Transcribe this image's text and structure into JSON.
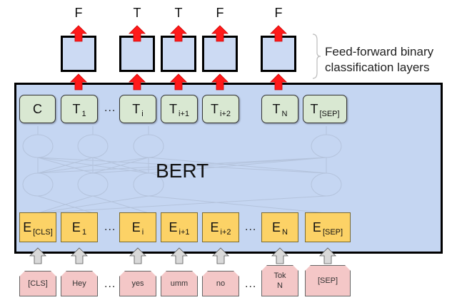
{
  "model": {
    "title": "BERT",
    "caption_line1": "Feed-forward binary",
    "caption_line2": "classification layers"
  },
  "outputs": [
    "F",
    "T",
    "T",
    "F",
    "F"
  ],
  "transformer_outputs": [
    {
      "main": "C",
      "sub": ""
    },
    {
      "main": "T",
      "sub": "1"
    },
    {
      "main": "T",
      "sub": "i"
    },
    {
      "main": "T",
      "sub": "i+1"
    },
    {
      "main": "T",
      "sub": "i+2"
    },
    {
      "main": "T",
      "sub": "N"
    },
    {
      "main": "T",
      "sub": "[SEP]"
    }
  ],
  "embeddings": [
    {
      "main": "E",
      "sub": "[CLS]"
    },
    {
      "main": "E",
      "sub": "1"
    },
    {
      "main": "E",
      "sub": "i"
    },
    {
      "main": "E",
      "sub": "i+1"
    },
    {
      "main": "E",
      "sub": "i+2"
    },
    {
      "main": "E",
      "sub": "N"
    },
    {
      "main": "E",
      "sub": "[SEP]"
    }
  ],
  "tokens": [
    {
      "line1": "[CLS]",
      "line2": ""
    },
    {
      "line1": "Hey",
      "line2": ""
    },
    {
      "line1": "yes",
      "line2": ""
    },
    {
      "line1": "umm",
      "line2": ""
    },
    {
      "line1": "no",
      "line2": ""
    },
    {
      "line1": "Tok",
      "line2": "N"
    },
    {
      "line1": "[SEP]",
      "line2": ""
    }
  ],
  "ellipsis": "...",
  "colors": {
    "bert_fill": "#c5d6f2",
    "output_box": "#d9e8d2",
    "embedding_box": "#fcd266",
    "token_box": "#f4c7c7",
    "arrow_red": "#ff1a1a",
    "arrow_gray": "#d9d9d9"
  }
}
